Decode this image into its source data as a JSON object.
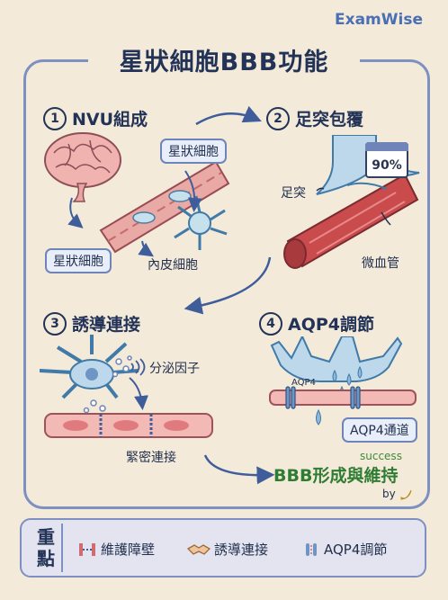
{
  "brand": "ExamWise",
  "title": "星狀細胞BBB功能",
  "sections": [
    {
      "num": "1",
      "title": "NVU組成",
      "labels": [
        "星狀細胞",
        "星狀細胞",
        "內皮細胞"
      ]
    },
    {
      "num": "2",
      "title": "足突包覆",
      "labels": [
        "足突",
        "微血管"
      ],
      "coverage": "90%"
    },
    {
      "num": "3",
      "title": "誘導連接",
      "labels": [
        "分泌因子",
        "緊密連接"
      ]
    },
    {
      "num": "4",
      "title": "AQP4調節",
      "labels": [
        "AQP4",
        "AQP4通道"
      ]
    }
  ],
  "result": {
    "badge": "success",
    "text": "BBB形成與維持",
    "by": "by"
  },
  "key_points": {
    "title": [
      "重",
      "點"
    ],
    "items": [
      {
        "icon": "barrier-icon",
        "label": "維護障壁"
      },
      {
        "icon": "handshake-icon",
        "label": "誘導連接"
      },
      {
        "icon": "channel-icon",
        "label": "AQP4調節"
      }
    ]
  },
  "colors": {
    "frame": "#7e90c0",
    "title": "#233357",
    "result": "#2f7d33",
    "background": "#f3ead9"
  }
}
